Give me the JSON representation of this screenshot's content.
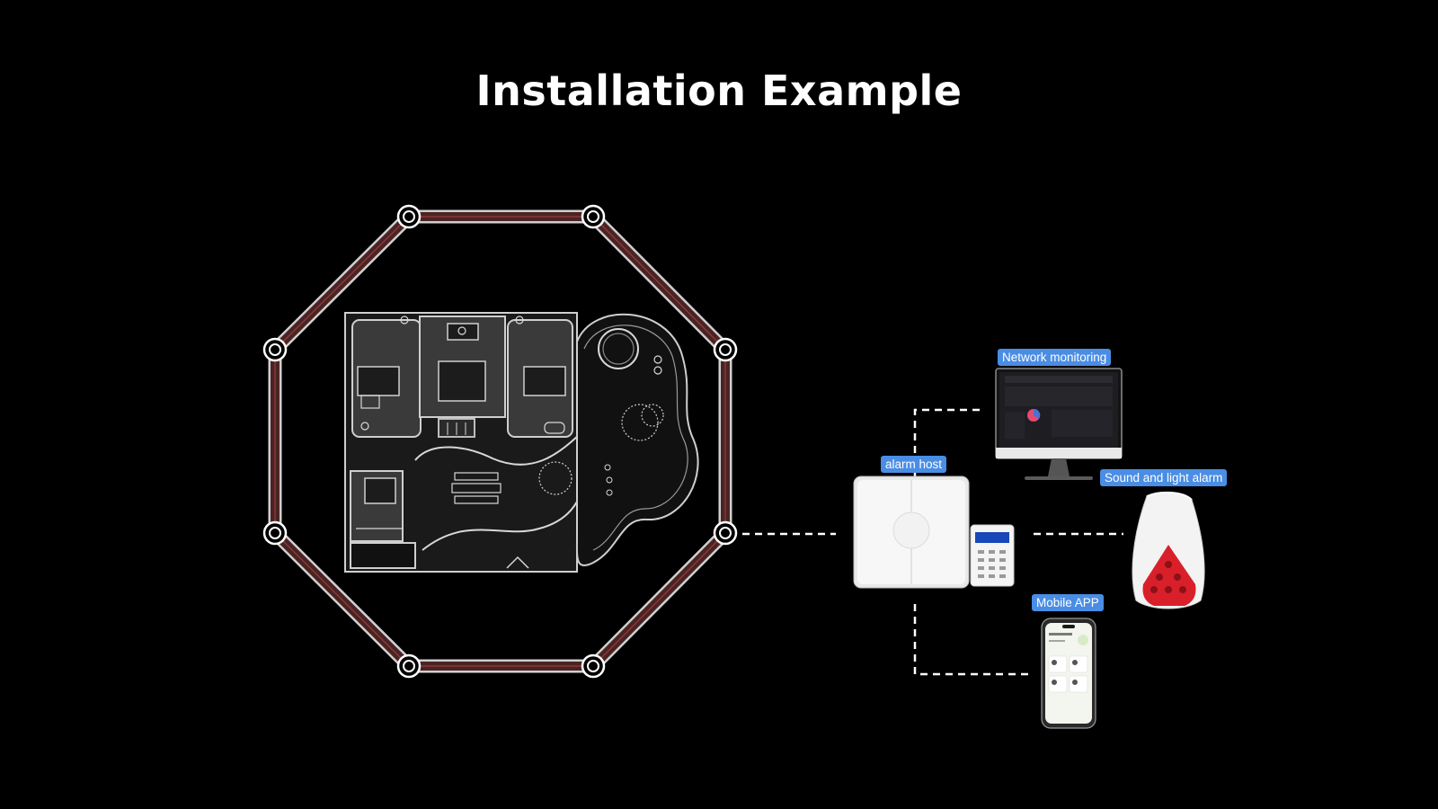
{
  "title": "Installation Example",
  "labels": {
    "network_monitoring": "Network monitoring",
    "alarm_host": "alarm host",
    "sound_light_alarm": "Sound and light alarm",
    "mobile_app": "Mobile APP"
  },
  "colors": {
    "background": "#000000",
    "label_bg": "#4a8de4",
    "fence_track": "#5a2c2c",
    "fence_edge": "#bdbdbd",
    "siren_red": "#d9202a"
  },
  "icons": {
    "perimeter": "octagon-fence",
    "floorplan": "house-floor-plan",
    "monitor": "monitor-icon",
    "alarm_host": "alarm-host-panel-icon",
    "keypad": "keypad-icon",
    "siren": "siren-icon",
    "phone": "smartphone-icon"
  }
}
